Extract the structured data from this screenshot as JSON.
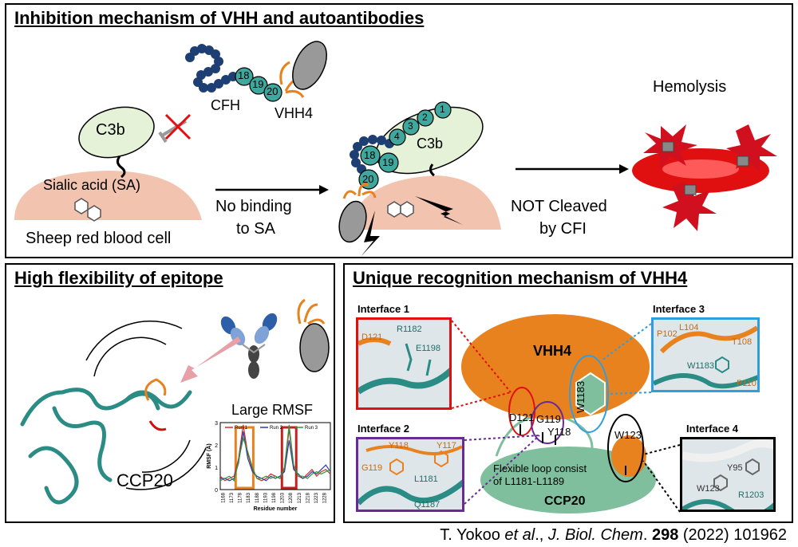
{
  "top_panel": {
    "title": "Inhibition mechanism of VHH and autoantibodies",
    "left": {
      "c3b": "C3b",
      "sialic_acid": "Sialic acid (SA)",
      "cell": "Sheep red blood cell",
      "cfh": "CFH",
      "vhh": "VHH4",
      "cfh_domains": [
        "18",
        "19",
        "20"
      ]
    },
    "arrow1_text": [
      "No binding",
      "to SA"
    ],
    "middle": {
      "c3b": "C3b",
      "cfh_domains": [
        "1",
        "2",
        "3",
        "4",
        "18",
        "19",
        "20"
      ]
    },
    "arrow2_text": [
      "NOT Cleaved",
      "by CFI"
    ],
    "hemolysis": "Hemolysis"
  },
  "bottom_left": {
    "title": "High flexibility of epitope",
    "ccp_label": "CCP20",
    "rmsf_title": "Large RMSF",
    "chart_data": {
      "type": "line",
      "title": "Large RMSF",
      "xlabel": "Residue number",
      "ylabel": "RMSF (Å)",
      "ylim": [
        0,
        3
      ],
      "ytick_labels": [
        "0",
        "1",
        "2",
        "3"
      ],
      "xtick_labels": [
        "1168",
        "1173",
        "1178",
        "1183",
        "1188",
        "1193",
        "1198",
        "1203",
        "1208",
        "1213",
        "1218",
        "1223",
        "1228"
      ],
      "legend": "top",
      "series": [
        {
          "name": "Run 1",
          "color": "#d42a2a",
          "values": [
            0.6,
            0.4,
            0.5,
            0.6,
            1.4,
            2.9,
            1.6,
            0.9,
            0.5,
            0.4,
            0.5,
            0.7,
            0.6,
            0.5,
            0.9,
            2.7,
            1.0,
            0.6,
            0.5,
            0.7,
            0.9,
            0.6,
            0.8,
            0.9,
            0.7
          ]
        },
        {
          "name": "Run 2",
          "color": "#2a3fa8",
          "values": [
            0.5,
            0.5,
            0.4,
            0.5,
            1.2,
            2.6,
            1.4,
            0.8,
            0.6,
            0.5,
            0.4,
            0.6,
            0.5,
            0.6,
            0.8,
            2.2,
            0.9,
            0.7,
            0.5,
            0.6,
            0.8,
            0.7,
            0.9,
            1.1,
            0.8
          ]
        },
        {
          "name": "Run 3",
          "color": "#2b9a3c",
          "values": [
            0.4,
            0.5,
            0.6,
            0.4,
            1.3,
            2.3,
            1.7,
            1.0,
            0.5,
            0.5,
            0.6,
            0.5,
            0.6,
            0.5,
            1.0,
            2.9,
            1.1,
            0.6,
            0.6,
            0.5,
            0.7,
            0.8,
            0.7,
            0.8,
            0.9
          ]
        }
      ],
      "highlight_colors": [
        "#e8821e",
        "#c42020"
      ]
    }
  },
  "bottom_right": {
    "title": "Unique recognition mechanism of VHH4",
    "vhh_label": "VHH4",
    "ccp_label": "CCP20",
    "loop_text": [
      "Flexible loop consist",
      "of L1181-L1189"
    ],
    "residues": {
      "d121": "D121",
      "g119": "G119",
      "y118": "Y118",
      "w1183": "W1183",
      "w123": "W123"
    },
    "interface1": {
      "title": "Interface 1",
      "labels": [
        "D121",
        "R1182",
        "E1198"
      ]
    },
    "interface2": {
      "title": "Interface 2",
      "labels": [
        "Y118",
        "Y117",
        "G119",
        "L1181",
        "Q1187"
      ]
    },
    "interface3": {
      "title": "Interface 3",
      "labels": [
        "P102",
        "L104",
        "T108",
        "W1183",
        "P110"
      ]
    },
    "interface4": {
      "title": "Interface 4",
      "labels": [
        "Y95",
        "W123",
        "R1203"
      ]
    }
  },
  "citation": {
    "authors": "T. Yokoo ",
    "etal": "et al",
    "sep": "., ",
    "journal": "J. Biol. Chem",
    "dot": ". ",
    "volume": "298",
    "rest": " (2022) 101962"
  },
  "colors": {
    "teal": "#3fa89e",
    "navy": "#1d3f73",
    "orange": "#e8821e",
    "c3b_fill": "#e6f2d8",
    "cell_fill": "#f2c3ae",
    "ccp_fill": "#7fbf9e",
    "red": "#e01010"
  }
}
